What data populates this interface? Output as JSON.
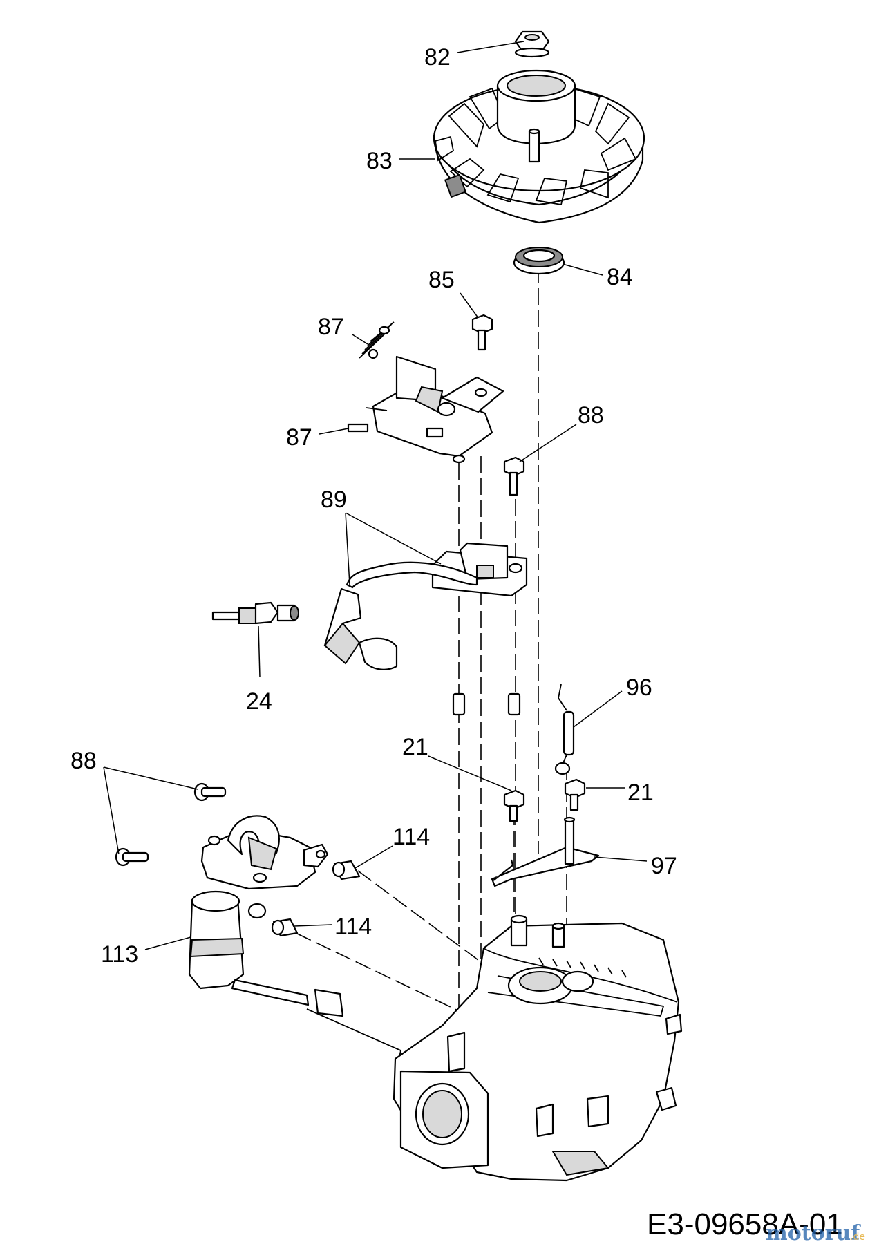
{
  "callouts": [
    {
      "id": "82",
      "text": "82"
    },
    {
      "id": "83",
      "text": "83"
    },
    {
      "id": "84",
      "text": "84"
    },
    {
      "id": "85",
      "text": "85"
    },
    {
      "id": "87a",
      "text": "87"
    },
    {
      "id": "87b",
      "text": "87"
    },
    {
      "id": "88a",
      "text": "88"
    },
    {
      "id": "89",
      "text": "89"
    },
    {
      "id": "24",
      "text": "24"
    },
    {
      "id": "96",
      "text": "96"
    },
    {
      "id": "21a",
      "text": "21"
    },
    {
      "id": "21b",
      "text": "21"
    },
    {
      "id": "88b",
      "text": "88"
    },
    {
      "id": "114a",
      "text": "114"
    },
    {
      "id": "97",
      "text": "97"
    },
    {
      "id": "114b",
      "text": "114"
    },
    {
      "id": "113",
      "text": "113"
    }
  ],
  "drawing_code": "E3-09658A-01",
  "watermark": {
    "text": "motoruf",
    "suffix": ".de",
    "colors": [
      "#1f5fa8",
      "#e0a21a"
    ]
  }
}
